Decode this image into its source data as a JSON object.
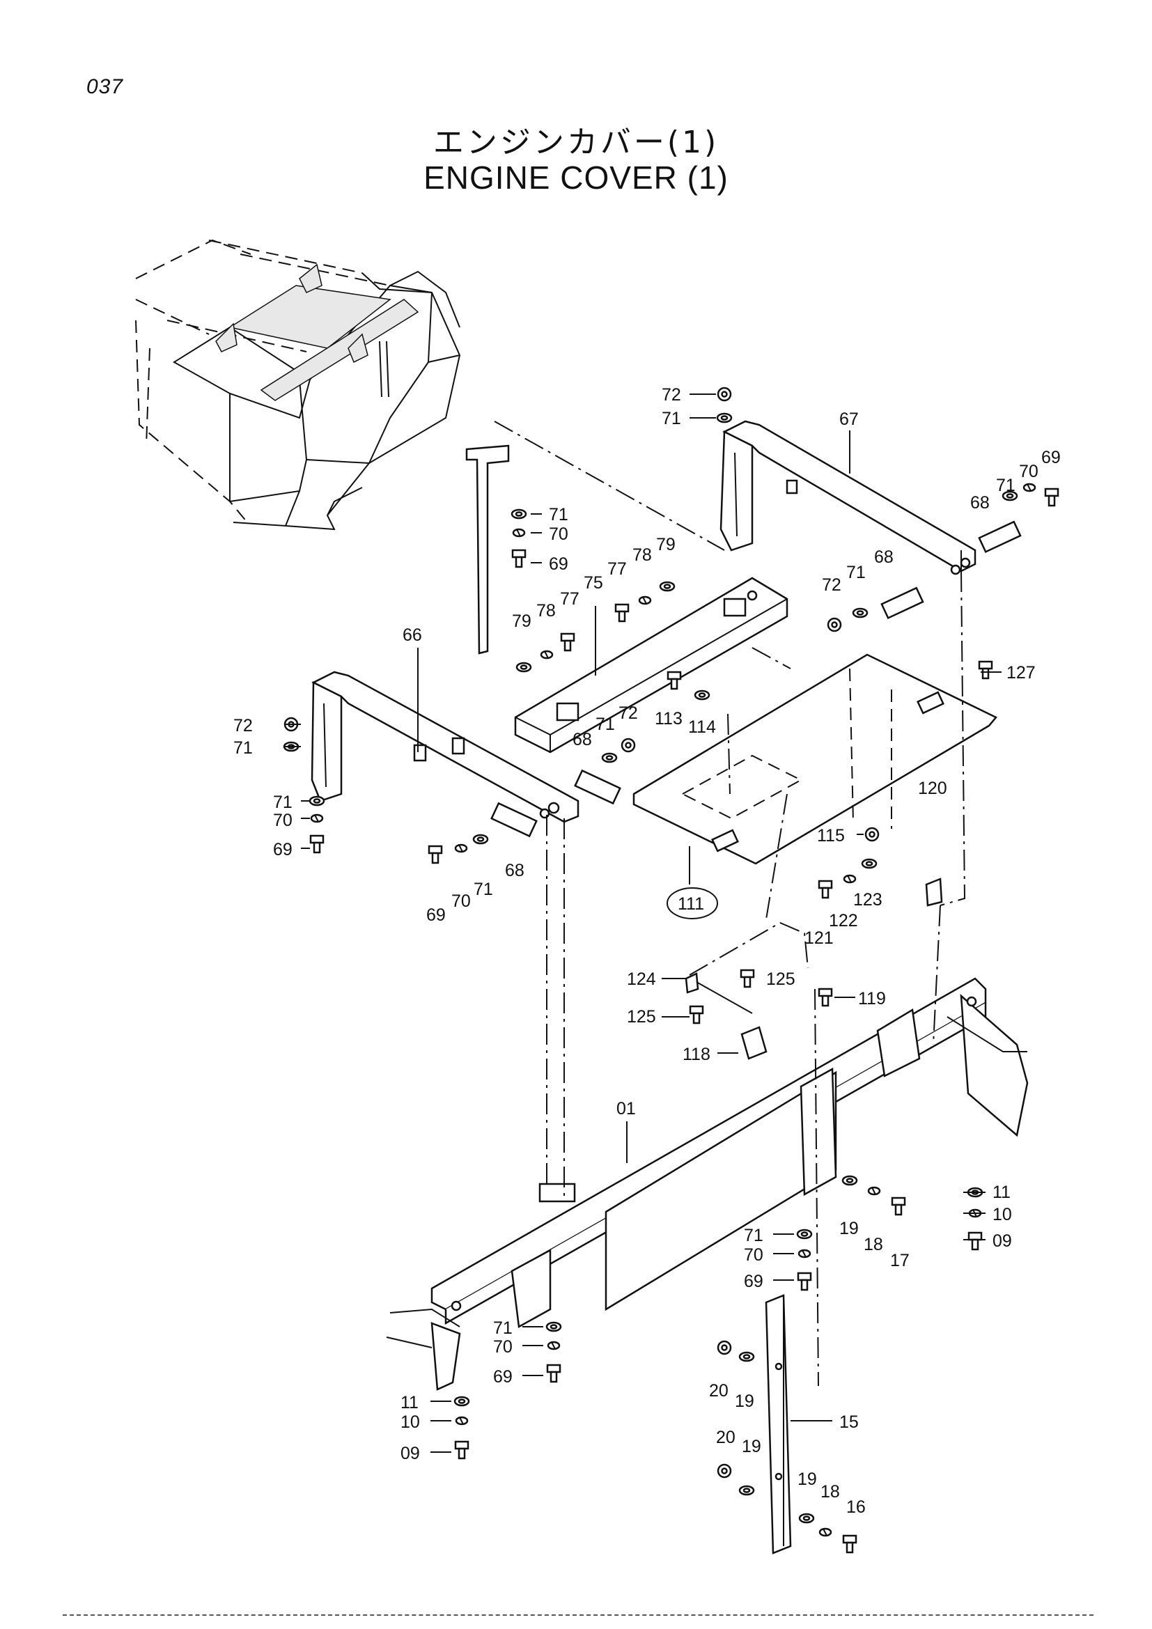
{
  "page": {
    "number": "037",
    "title_ja": "エンジンカバー(1)",
    "title_en": "ENGINE COVER (1)"
  },
  "callouts": [
    {
      "id": "c1",
      "text": "72"
    },
    {
      "id": "c2",
      "text": "71"
    },
    {
      "id": "c3",
      "text": "67"
    },
    {
      "id": "c4",
      "text": "69"
    },
    {
      "id": "c5",
      "text": "70"
    },
    {
      "id": "c6",
      "text": "71"
    },
    {
      "id": "c7",
      "text": "68"
    },
    {
      "id": "c8",
      "text": "71"
    },
    {
      "id": "c9",
      "text": "70"
    },
    {
      "id": "c10",
      "text": "69"
    },
    {
      "id": "c11",
      "text": "79"
    },
    {
      "id": "c12",
      "text": "78"
    },
    {
      "id": "c13",
      "text": "77"
    },
    {
      "id": "c14",
      "text": "75"
    },
    {
      "id": "c15",
      "text": "68"
    },
    {
      "id": "c16",
      "text": "71"
    },
    {
      "id": "c17",
      "text": "72"
    },
    {
      "id": "c18",
      "text": "79"
    },
    {
      "id": "c19",
      "text": "78"
    },
    {
      "id": "c20",
      "text": "77"
    },
    {
      "id": "c21",
      "text": "66"
    },
    {
      "id": "c22",
      "text": "127"
    },
    {
      "id": "c23",
      "text": "72"
    },
    {
      "id": "c24",
      "text": "71"
    },
    {
      "id": "c25",
      "text": "113"
    },
    {
      "id": "c26",
      "text": "114"
    },
    {
      "id": "c27",
      "text": "68"
    },
    {
      "id": "c28",
      "text": "71"
    },
    {
      "id": "c29",
      "text": "72"
    },
    {
      "id": "c30",
      "text": "71"
    },
    {
      "id": "c31",
      "text": "70"
    },
    {
      "id": "c32",
      "text": "69"
    },
    {
      "id": "c33",
      "text": "69"
    },
    {
      "id": "c34",
      "text": "70"
    },
    {
      "id": "c35",
      "text": "71"
    },
    {
      "id": "c36",
      "text": "68"
    },
    {
      "id": "c37",
      "text": "120"
    },
    {
      "id": "c38",
      "text": "115"
    },
    {
      "id": "c39",
      "text": "111"
    },
    {
      "id": "c40",
      "text": "123"
    },
    {
      "id": "c41",
      "text": "122"
    },
    {
      "id": "c42",
      "text": "121"
    },
    {
      "id": "c43",
      "text": "124"
    },
    {
      "id": "c44",
      "text": "125"
    },
    {
      "id": "c45",
      "text": "119"
    },
    {
      "id": "c46",
      "text": "125"
    },
    {
      "id": "c47",
      "text": "118"
    },
    {
      "id": "c48",
      "text": "01"
    },
    {
      "id": "c49",
      "text": "11"
    },
    {
      "id": "c50",
      "text": "10"
    },
    {
      "id": "c51",
      "text": "09"
    },
    {
      "id": "c52",
      "text": "71"
    },
    {
      "id": "c53",
      "text": "70"
    },
    {
      "id": "c54",
      "text": "69"
    },
    {
      "id": "c55",
      "text": "19"
    },
    {
      "id": "c56",
      "text": "18"
    },
    {
      "id": "c57",
      "text": "17"
    },
    {
      "id": "c58",
      "text": "71"
    },
    {
      "id": "c59",
      "text": "70"
    },
    {
      "id": "c60",
      "text": "69"
    },
    {
      "id": "c61",
      "text": "11"
    },
    {
      "id": "c62",
      "text": "10"
    },
    {
      "id": "c63",
      "text": "09"
    },
    {
      "id": "c64",
      "text": "20"
    },
    {
      "id": "c65",
      "text": "19"
    },
    {
      "id": "c66",
      "text": "15"
    },
    {
      "id": "c67",
      "text": "20"
    },
    {
      "id": "c68",
      "text": "19"
    },
    {
      "id": "c69",
      "text": "19"
    },
    {
      "id": "c70",
      "text": "18"
    },
    {
      "id": "c71",
      "text": "16"
    }
  ]
}
